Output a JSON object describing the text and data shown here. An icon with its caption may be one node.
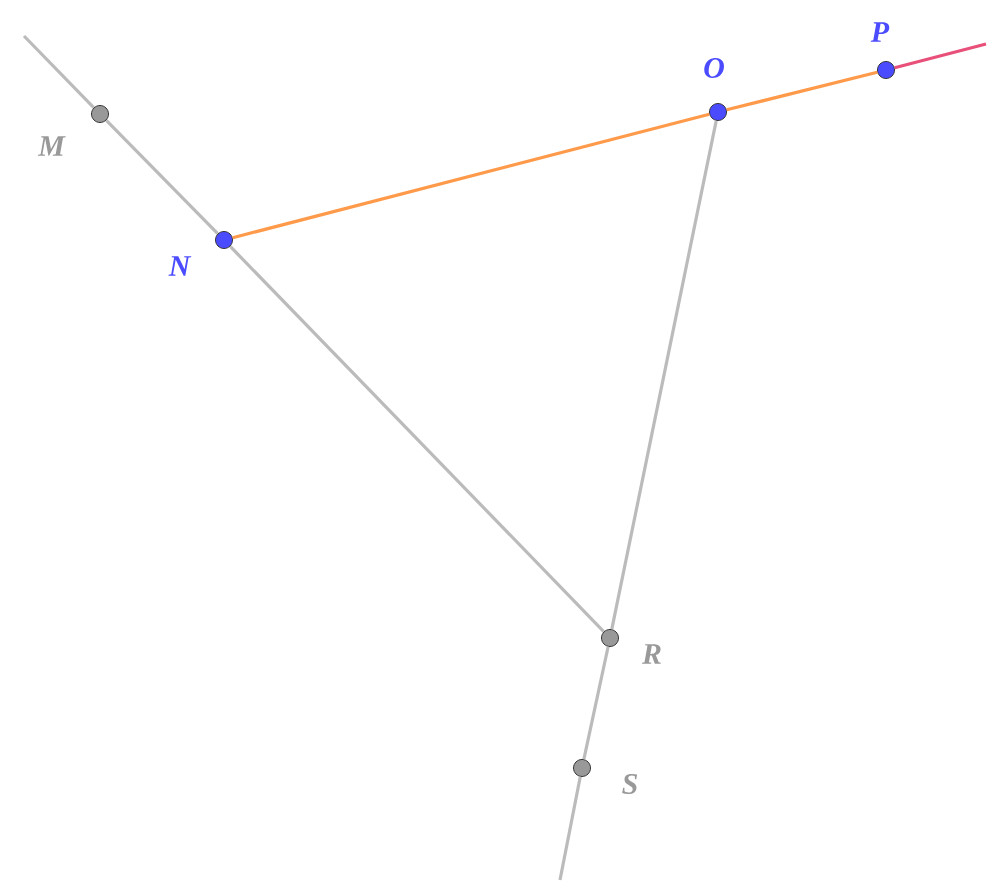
{
  "diagram": {
    "nodes": [
      {
        "text": [],
        "shape": "circle",
        "beside": [
          "*M*"
        ]
      },
      {
        "text": [],
        "shape": "circle",
        "beside": [
          "*N*"
        ]
      },
      {
        "text": [],
        "shape": "circle",
        "beside": [
          "*O*"
        ]
      },
      {
        "text": [],
        "shape": "circle",
        "beside": [
          "*P*"
        ]
      },
      {
        "text": [],
        "shape": "circle",
        "beside": [
          "*R*"
        ]
      },
      {
        "text": [],
        "shape": "circle",
        "beside": [
          "*S*"
        ]
      }
    ],
    "edges": [
      {
        "from": null,
        "to": 0,
        "arrow": "none"
      },
      {
        "from": 0,
        "to": 1,
        "arrow": "none"
      },
      {
        "from": 1,
        "to": 4,
        "arrow": "none"
      },
      {
        "from": 1,
        "to": 2,
        "arrow": "none",
        "color": "#ff9a4a"
      },
      {
        "from": 2,
        "to": 3,
        "arrow": "none",
        "color": "#ff9a4a"
      },
      {
        "from": 3,
        "to": null,
        "arrow": "none",
        "color": "#e8507a"
      },
      {
        "from": 2,
        "to": 4,
        "arrow": "none"
      },
      {
        "from": 4,
        "to": 5,
        "arrow": "none"
      },
      {
        "from": 5,
        "to": null,
        "arrow": "none"
      }
    ]
  }
}
